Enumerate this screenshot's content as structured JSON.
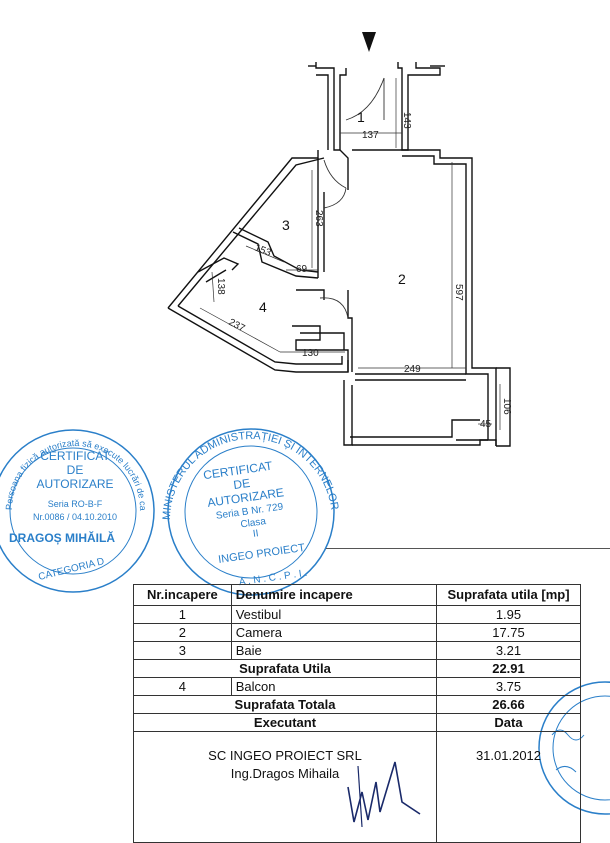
{
  "plan": {
    "rooms": [
      {
        "number": "1"
      },
      {
        "number": "2"
      },
      {
        "number": "3"
      },
      {
        "number": "4"
      }
    ],
    "dimensions": [
      "137",
      "143",
      "263",
      "153",
      "69",
      "138",
      "237",
      "130",
      "597",
      "249",
      "106",
      "45"
    ]
  },
  "stamps": {
    "left": {
      "arc_top": "Persoana fizică autorizată să execute lucrări de cadastru, geodezie și cartografie",
      "line1": "CERTIFICAT",
      "line2": "DE",
      "line3": "AUTORIZARE",
      "line4": "Seria RO-B-F",
      "line5": "Nr.0086 / 04.10.2010",
      "name": "DRAGOȘ MIHĂILĂ",
      "category": "CATEGORIA D"
    },
    "center": {
      "arc_top": "MINISTERUL ADMINISTRAȚIEI ȘI INTERNELOR",
      "line1": "CERTIFICAT",
      "line2": "DE",
      "line3": "AUTORIZARE",
      "line4": "Seria B Nr. 729",
      "line5": "Clasa",
      "line6": "II",
      "company": "INGEO PROIECT",
      "bottom": "A . N . C . P . I ."
    }
  },
  "table": {
    "headers": {
      "nr": "Nr.incapere",
      "name": "Denumire incapere",
      "area": "Suprafata utila [mp]"
    },
    "rows": [
      {
        "nr": "1",
        "name": "Vestibul",
        "area": "1.95"
      },
      {
        "nr": "2",
        "name": "Camera",
        "area": "17.75"
      },
      {
        "nr": "3",
        "name": "Baie",
        "area": "3.21"
      }
    ],
    "useful_label": "Suprafata Utila",
    "useful_value": "22.91",
    "balcony": {
      "nr": "4",
      "name": "Balcon",
      "area": "3.75"
    },
    "total_label": "Suprafata Totala",
    "total_value": "26.66",
    "executant_label": "Executant",
    "date_label": "Data",
    "company": "SC INGEO PROIECT SRL",
    "engineer": "Ing.Dragos Mihaila",
    "date": "31.01.2012"
  },
  "colors": {
    "stamp_blue": "#2a7fc9",
    "wall": "#111111"
  }
}
